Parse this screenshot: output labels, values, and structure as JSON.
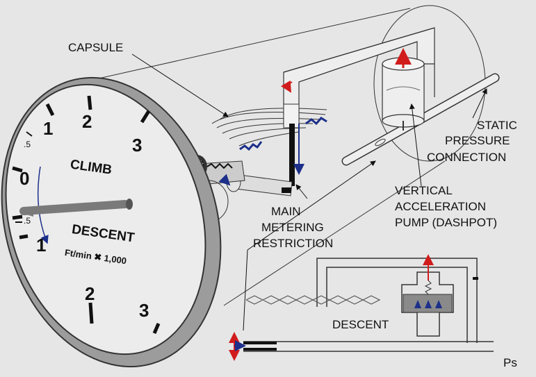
{
  "labels": {
    "capsule": "CAPSULE",
    "static_line1": "STATIC",
    "static_line2": "PRESSURE",
    "static_line3": "CONNECTION",
    "metering_line1": "MAIN",
    "metering_line2": "METERING",
    "metering_line3": "RESTRICTION",
    "vacc_line1": "VERTICAL",
    "vacc_line2": "ACCELERATION",
    "vacc_line3": "PUMP (DASHPOT)",
    "descent_schematic": "DESCENT",
    "ps": "Ps"
  },
  "dial": {
    "climb": "CLIMB",
    "descent": "DESCENT",
    "units": "Ft/min ✖ 1,000",
    "numbers": [
      "0",
      "1",
      "2",
      "3",
      "1",
      "2",
      "3"
    ],
    "half_top": ".5",
    "half_bottom": ".5"
  },
  "colors": {
    "background": "#e6e6e6",
    "arrow_red": "#d11c1c",
    "arrow_blue": "#1c2f8a",
    "case_gray": "#9c9c9c",
    "face": "#ececec"
  }
}
